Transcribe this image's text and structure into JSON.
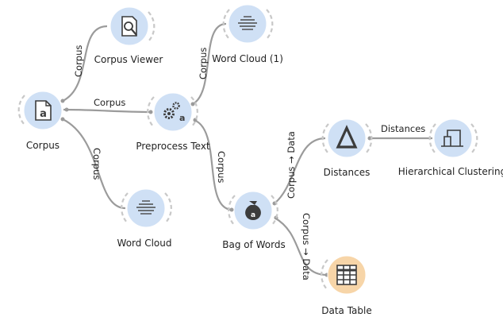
{
  "colors": {
    "widget_blue": "#cfe0f5",
    "widget_orange": "#f7d5a8",
    "link": "#9b9b9b",
    "icon": "#3c3c3c"
  },
  "nodes": {
    "corpus": {
      "label": "Corpus",
      "icon": "document-icon"
    },
    "corpus_viewer": {
      "label": "Corpus Viewer",
      "icon": "document-search-icon"
    },
    "preprocess_text": {
      "label": "Preprocess Text",
      "icon": "gears-icon"
    },
    "word_cloud_1": {
      "label": "Word Cloud (1)",
      "icon": "word-cloud-icon"
    },
    "word_cloud": {
      "label": "Word Cloud",
      "icon": "word-cloud-icon"
    },
    "bag_of_words": {
      "label": "Bag of Words",
      "icon": "bag-icon"
    },
    "distances": {
      "label": "Distances",
      "icon": "delta-icon"
    },
    "hierarchical_clustering": {
      "label": "Hierarchical Clustering",
      "icon": "dendrogram-icon"
    },
    "data_table": {
      "label": "Data Table",
      "icon": "table-icon"
    }
  },
  "links": {
    "corpus_to_viewer": "Corpus",
    "corpus_to_preprocess": "Corpus",
    "corpus_to_wordcloud": "Corpus",
    "preprocess_to_wordcloud1": "Corpus",
    "preprocess_to_bow": "Corpus",
    "bow_to_distances": "Corpus → Data",
    "bow_to_datatable": "Corpus → Data",
    "distances_to_clustering": "Distances"
  }
}
